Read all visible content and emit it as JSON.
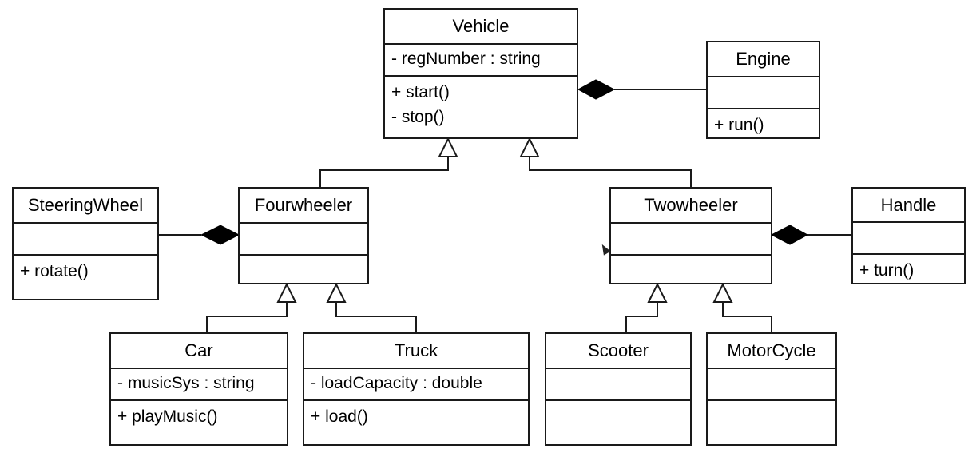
{
  "diagram": {
    "classes": {
      "vehicle": {
        "name": "Vehicle",
        "attributes": [
          "- regNumber : string"
        ],
        "operations": [
          "+ start()",
          "- stop()"
        ]
      },
      "engine": {
        "name": "Engine",
        "attributes": [],
        "operations": [
          "+ run()"
        ]
      },
      "steering_wheel": {
        "name": "SteeringWheel",
        "attributes": [],
        "operations": [
          "+ rotate()"
        ]
      },
      "fourwheeler": {
        "name": "Fourwheeler",
        "attributes": [],
        "operations": []
      },
      "twowheeler": {
        "name": "Twowheeler",
        "attributes": [],
        "operations": []
      },
      "handle": {
        "name": "Handle",
        "attributes": [],
        "operations": [
          "+ turn()"
        ]
      },
      "car": {
        "name": "Car",
        "attributes": [
          "- musicSys : string"
        ],
        "operations": [
          "+ playMusic()"
        ]
      },
      "truck": {
        "name": "Truck",
        "attributes": [
          "- loadCapacity : double"
        ],
        "operations": [
          "+ load()"
        ]
      },
      "scooter": {
        "name": "Scooter",
        "attributes": [],
        "operations": []
      },
      "motorcycle": {
        "name": "MotorCycle",
        "attributes": [],
        "operations": []
      }
    },
    "relationships": [
      {
        "type": "composition",
        "whole": "Vehicle",
        "part": "Engine"
      },
      {
        "type": "composition",
        "whole": "Fourwheeler",
        "part": "SteeringWheel"
      },
      {
        "type": "composition",
        "whole": "Twowheeler",
        "part": "Handle"
      },
      {
        "type": "generalization",
        "child": "Fourwheeler",
        "parent": "Vehicle"
      },
      {
        "type": "generalization",
        "child": "Twowheeler",
        "parent": "Vehicle"
      },
      {
        "type": "generalization",
        "child": "Car",
        "parent": "Fourwheeler"
      },
      {
        "type": "generalization",
        "child": "Truck",
        "parent": "Fourwheeler"
      },
      {
        "type": "generalization",
        "child": "Scooter",
        "parent": "Twowheeler"
      },
      {
        "type": "generalization",
        "child": "MotorCycle",
        "parent": "Twowheeler"
      }
    ],
    "colors": {
      "line": "#1a1a1a",
      "background": "#ffffff"
    }
  }
}
